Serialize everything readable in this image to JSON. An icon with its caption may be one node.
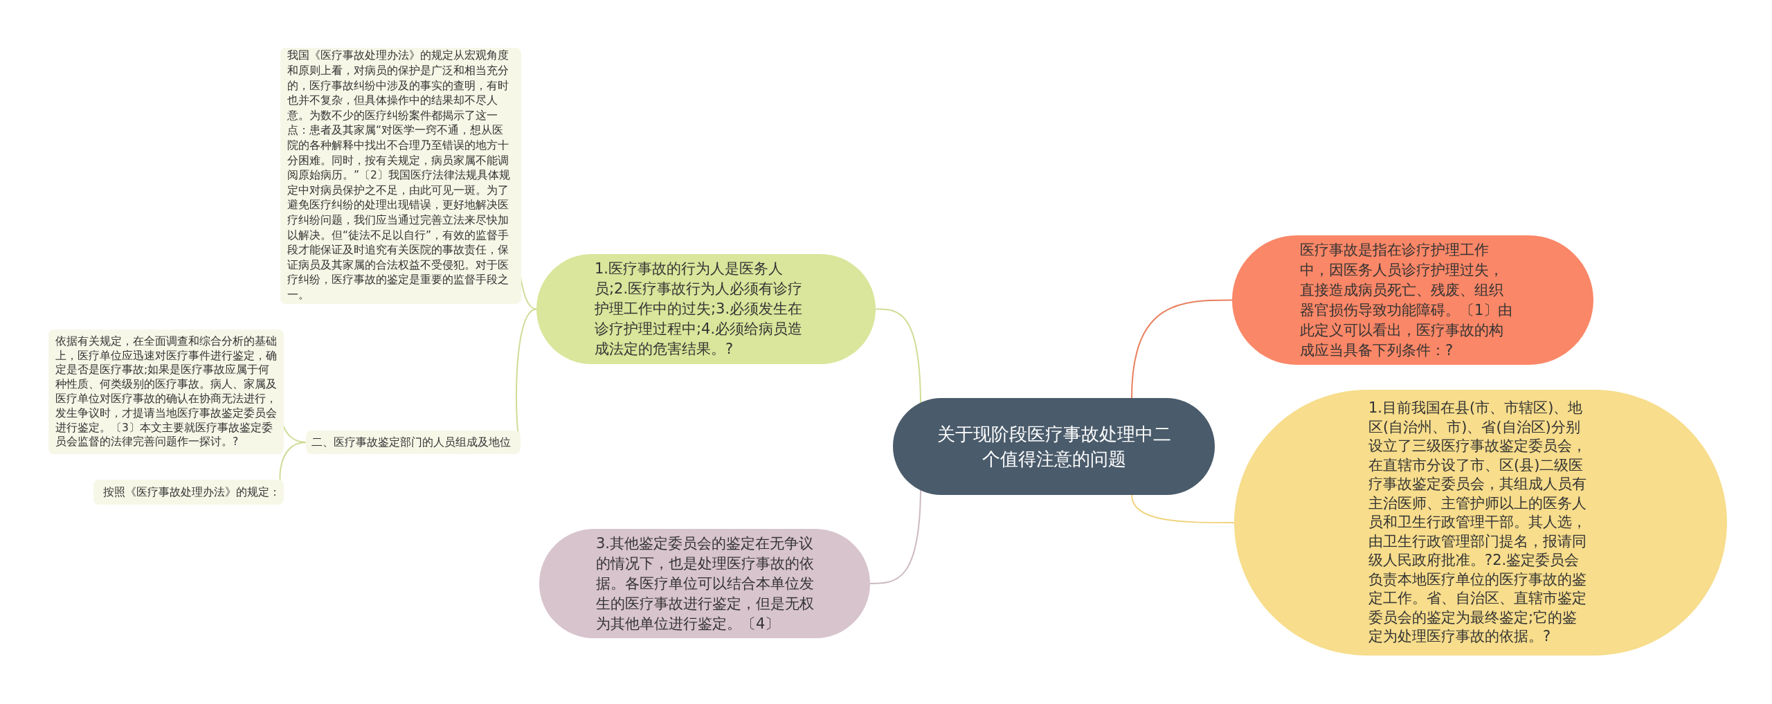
{
  "diagram": {
    "nodes": [
      {
        "text": [
          "关于现阶段医疗事故处理中二个值得注意的问题"
        ]
      },
      {
        "text": [
          "1.医疗事故的行为人是医务人员;2.医疗事故行为人必须有诊疗护理工作中的过失;3.必须发生在诊疗护理过程中;4.必须给病员造成法定的危害结果。?"
        ]
      },
      {
        "text": [
          "我国《医疗事故处理办法》的规定从宏观角度和原则上看，对病员的保护是广泛和相当充分的，医疗事故纠纷中涉及的事实的查明，有时也并不复杂，但具体操作中的结果却不尽人意。为数不少的医疗纠纷案件都揭示了这一点：患者及其家属“对医学一窍不通，想从医院的各种解释中找出不合理乃至错误的地方十分困难。同时，按有关规定，病员家属不能调阅原始病历。”〔2〕我国医疗法律法规具体规定中对病员保护之不足，由此可见一斑。为了避免医疗纠纷的处理出现错误，更好地解决医疗纠纷问题，我们应当通过完善立法来尽快加以解决。但“徒法不足以自行”，有效的监督手段才能保证及时追究有关医院的事故责任，保证病员及其家属的合法权益不受侵犯。对于医疗纠纷，医疗事故的鉴定是重要的监督手段之一。"
        ]
      },
      {
        "text": [
          "二、医疗事故鉴定部门的人员组成及地位"
        ]
      },
      {
        "text": [
          "依据有关规定，在全面调查和综合分析的基础上，医疗单位应迅速对医疗事件进行鉴定，确定是否是医疗事故;如果是医疗事故应属于何种性质、何类级别的医疗事故。病人、家属及医疗单位对医疗事故的确认在协商无法进行，发生争议时，才提请当地医疗事故鉴定委员会进行鉴定。〔3〕本文主要就医疗事故鉴定委员会监督的法律完善问题作一探讨。?"
        ]
      },
      {
        "text": [
          "按照《医疗事故处理办法》的规定："
        ]
      },
      {
        "text": [
          "3.其他鉴定委员会的鉴定在无争议的情况下，也是处理医疗事故的依据。各医疗单位可以结合本单位发生的医疗事故进行鉴定，但是无权为其他单位进行鉴定。〔4〕"
        ]
      },
      {
        "text": [
          "医疗事故是指在诊疗护理工作中，因医务人员诊疗护理过失，直接造成病员死亡、残废、组织器官损伤导致功能障碍。〔1〕由此定义可以看出，医疗事故的构成应当具备下列条件：?"
        ]
      },
      {
        "text": [
          "1.目前我国在县(市、市辖区)、地区(自治州、市)、省(自治区)分别设立了三级医疗事故鉴定委员会，在直辖市分设了市、区(县)二级医疗事故鉴定委员会，其组成人员有主治医师、主管护师以上的医务人员和卫生行政管理干部。其人选，由卫生行政管理部门提名，报请同级人民政府批准。?2.鉴定委员会负责本地医疗单位的医疗事故的鉴定工作。省、自治区、直辖市鉴定委员会的鉴定为最终鉴定;它的鉴定为处理医疗事故的依据。?"
        ]
      }
    ],
    "edges": [
      {
        "from": 0,
        "to": 1,
        "arrow": "none"
      },
      {
        "from": 1,
        "to": 2,
        "arrow": "none"
      },
      {
        "from": 1,
        "to": 3,
        "arrow": "none"
      },
      {
        "from": 3,
        "to": 4,
        "arrow": "none"
      },
      {
        "from": 3,
        "to": 5,
        "arrow": "none"
      },
      {
        "from": 0,
        "to": 6,
        "arrow": "none",
        "color": "#cdb9c3"
      },
      {
        "from": 0,
        "to": 7,
        "arrow": "none",
        "color": "#e9805f"
      },
      {
        "from": 0,
        "to": 8,
        "arrow": "none",
        "color": "#f0d47e"
      }
    ]
  }
}
